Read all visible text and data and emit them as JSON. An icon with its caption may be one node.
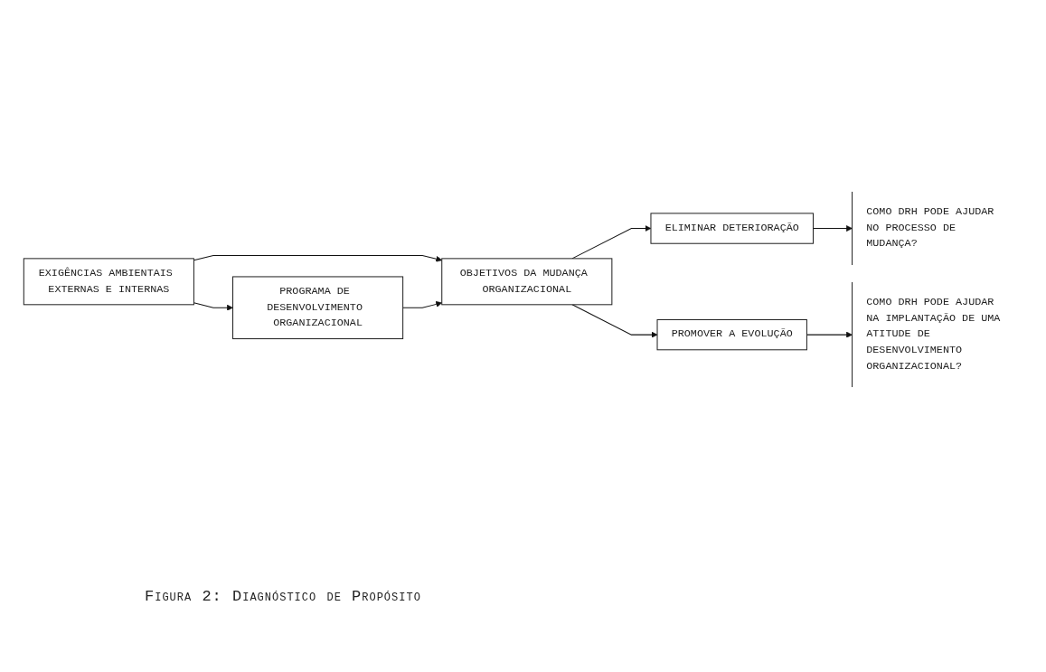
{
  "diagram": {
    "caption": "Figura 2: Diagnóstico de Propósito",
    "nodes": [
      {
        "text": [
          "EXIGÊNCIAS AMBIENTAIS EXTERNAS E INTERNAS"
        ]
      },
      {
        "text": [
          "PROGRAMA DE DESENVOLVIMENTO ORGANIZACIONAL"
        ]
      },
      {
        "text": [
          "OBJETIVOS DA MUDANÇA ORGANIZACIONAL"
        ]
      },
      {
        "text": [
          "ELIMINAR DETERIORAÇÃO"
        ]
      },
      {
        "text": [
          "PROMOVER A EVOLUÇÃO"
        ]
      },
      {
        "text": [
          "COMO DRH PODE AJUDAR NO PROCESSO DE MUDANÇA?"
        ]
      },
      {
        "text": [
          "COMO DRH PODE AJUDAR NA IMPLANTAÇÃO DE UMA ATITUDE DE DESENVOLVIMENTO ORGANIZACIONAL?"
        ]
      }
    ],
    "edges": [
      {
        "from": 0,
        "to": 1,
        "arrow": "to"
      },
      {
        "from": 0,
        "to": 2,
        "arrow": "to"
      },
      {
        "from": 1,
        "to": 2,
        "arrow": "to"
      },
      {
        "from": 2,
        "to": 3,
        "arrow": "to"
      },
      {
        "from": 2,
        "to": 4,
        "arrow": "to"
      },
      {
        "from": 3,
        "to": 5,
        "arrow": "to"
      },
      {
        "from": 4,
        "to": 6,
        "arrow": "to"
      }
    ]
  }
}
